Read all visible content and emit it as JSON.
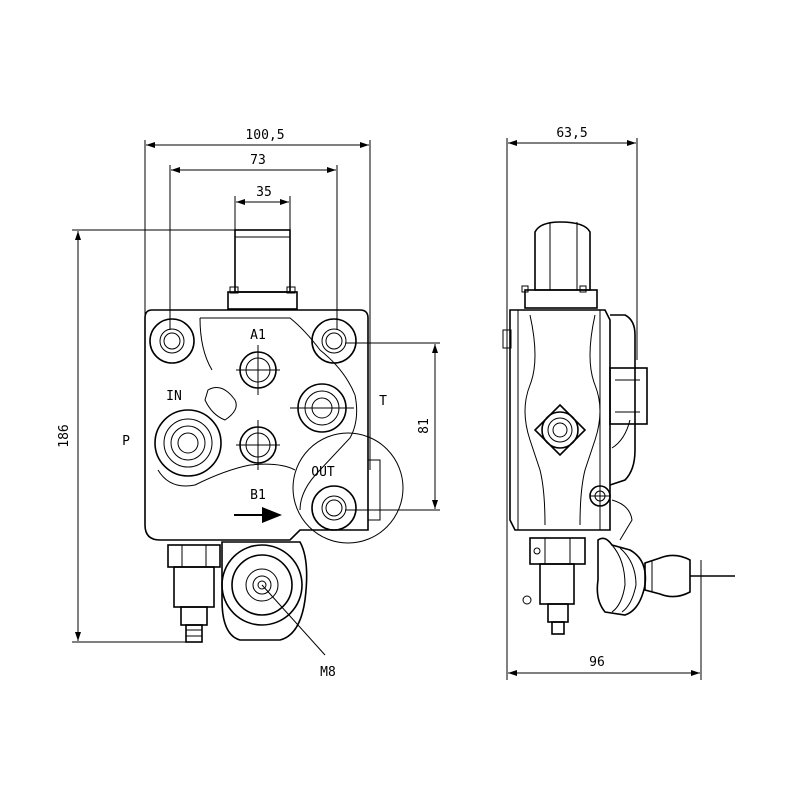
{
  "front_view": {
    "dim_overall_width": "100,5",
    "dim_port_spacing": "73",
    "dim_spool_width": "35",
    "dim_total_height": "186",
    "dim_port_height": "81",
    "port_a1": "A1",
    "port_in": "IN",
    "port_p": "P",
    "port_t": "T",
    "port_out": "OUT",
    "port_b1": "B1",
    "thread_m8": "M8"
  },
  "side_view": {
    "dim_depth": "63,5",
    "dim_lever_depth": "96"
  }
}
